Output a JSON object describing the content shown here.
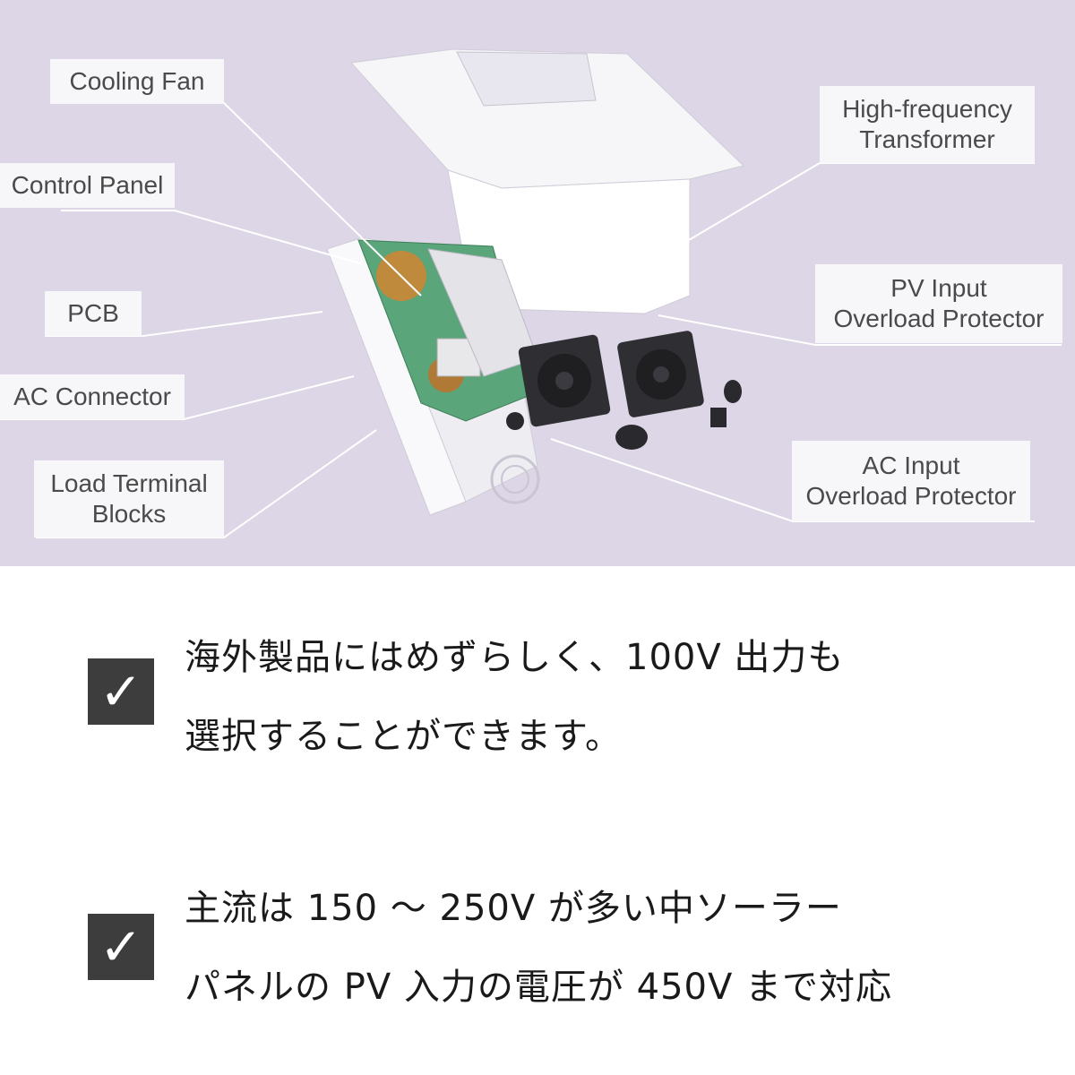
{
  "diagram": {
    "labels": {
      "cooling_fan": "Cooling Fan",
      "control_panel": "Control Panel",
      "pcb": "PCB",
      "ac_connector": "AC Connector",
      "load_terminal_blocks": "Load Terminal\nBlocks",
      "hf_transformer": "High-frequency\nTransformer",
      "pv_input_protector": "PV Input\nOverload Protector",
      "ac_input_protector": "AC Input\nOverload Protector"
    },
    "colors": {
      "background": "#dcd6e6",
      "label_bg": "#f7f6f9",
      "pcb_green": "#5aa57a"
    }
  },
  "features": [
    {
      "icon": "checkbox-checked-icon",
      "check": "✓",
      "text": "海外製品にはめずらしく、100V 出力も\n選択することができます。"
    },
    {
      "icon": "checkbox-checked-icon",
      "check": "✓",
      "text": "主流は 150 ～ 250V が多い中ソーラー\nパネルの PV 入力の電圧が 450V まで対応"
    }
  ]
}
